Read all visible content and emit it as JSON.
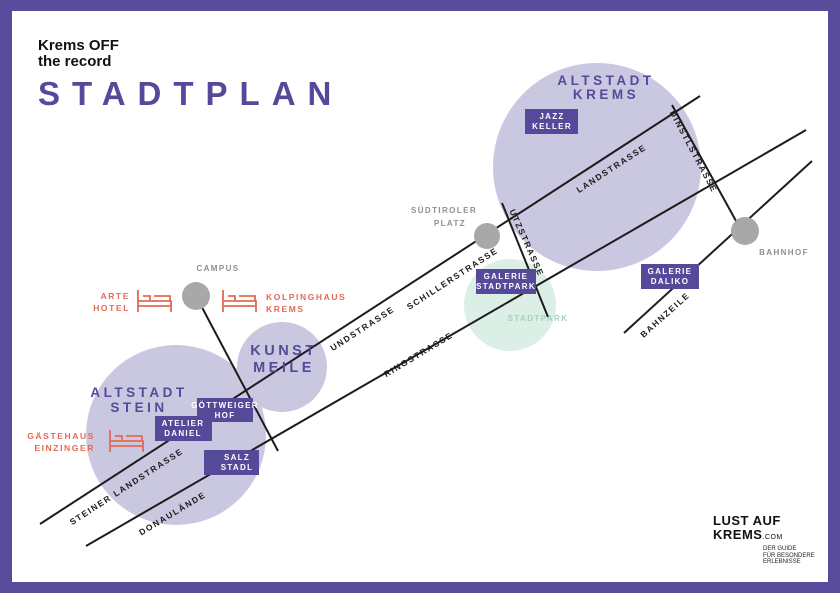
{
  "header": {
    "line1": "Krems OFF",
    "line2": "the record",
    "title": "STADTPLAN"
  },
  "districts": {
    "altstadt_krems": [
      "ALTSTADT",
      "KREMS"
    ],
    "altstadt_stein": [
      "ALTSTADT",
      "STEIN"
    ],
    "kunstmeile": [
      "KUNST",
      "MEILE"
    ]
  },
  "streets": {
    "landstrasse": "LANDSTRASSE",
    "dinstlstrasse": "DINSTLSTRASSE",
    "utzstrasse": "UTZSTRASSE",
    "schillerstrasse": "SCHILLERSTRASSE",
    "undstrasse": "UNDSTRASSE",
    "ringstrasse": "RINGSTRASSE",
    "steiner_landstrasse": "STEINER LANDSTRASSE",
    "donaulaende": "DONAULÄNDE",
    "bahnzeile": "BAHNZEILE"
  },
  "places": {
    "suedtiroler_platz": [
      "SÜDTIROLER",
      "PLATZ"
    ],
    "campus": "CAMPUS",
    "bahnhof": "BAHNHOF",
    "stadtpark": "STADTPARK"
  },
  "hotels": {
    "arte": [
      "ARTE",
      "HOTEL"
    ],
    "kolpinghaus": [
      "KOLPINGHAUS",
      "KREMS"
    ],
    "gaestehaus": [
      "GÄSTEHAUS",
      "EINZINGER"
    ]
  },
  "venues": {
    "jazzkeller": [
      "JAZZ",
      "KELLER"
    ],
    "galerie_stadtpark": [
      "GALERIE",
      "STADTPARK"
    ],
    "galerie_daliko": [
      "GALERIE",
      "DALIKO"
    ],
    "goettweiger_hof": [
      "GÖTTWEIGER",
      "HOF"
    ],
    "atelier_daniel": [
      "ATELIER",
      "DANIEL"
    ],
    "salzstadl": [
      "SALZ",
      "STADL"
    ]
  },
  "logo": {
    "line1": "LUST AUF",
    "line2": "KREMS",
    "suffix": ".COM",
    "tagline": [
      "DER GUIDE",
      "FÜR BESONDERE",
      "ERLEBNISSE"
    ]
  },
  "colors": {
    "border": "#5a4c9c",
    "district_fill": "#c9c8e0",
    "district_text": "#55499a",
    "venue_box": "#55499a",
    "park": "#dcefe6",
    "park_text": "#9fd3bd",
    "hotel": "#e36a55",
    "station": "#a8a8a8"
  }
}
